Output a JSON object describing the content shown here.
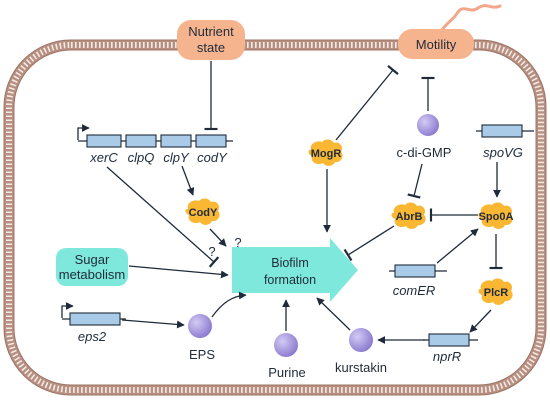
{
  "signals": {
    "nutrient": [
      "Nutrient",
      "state"
    ],
    "motility": "Motility",
    "sugar": [
      "Sugar",
      "metabolism"
    ]
  },
  "biofilm": [
    "Biofilm",
    "formation"
  ],
  "genes": {
    "xerC": "xerC",
    "clpQ": "clpQ",
    "clpY": "clpY",
    "codY": "codY",
    "spoVG": "spoVG",
    "comER": "comER",
    "eps2": "eps2",
    "nprR": "nprR"
  },
  "proteins": {
    "codY": "CodY",
    "mogR": "MogR",
    "abrB": "AbrB",
    "spo0A": "Spo0A",
    "plcR": "PlcR"
  },
  "molecules": {
    "cdigmp": "c-di-GMP",
    "eps": "EPS",
    "purine": "Purine",
    "kurstakin": "kurstakin"
  },
  "marks": [
    "?",
    "?"
  ],
  "colors": {
    "nutrient_box": "#f6b48e",
    "sugar_box": "#7ee8dc",
    "biofilm_arrow": "#7ee8dc",
    "gene_fill": "#a9cbe8",
    "protein_fill": "#f9b733",
    "molecule_fill": "#9b8ad8",
    "membrane": "#b89081",
    "flagellum": "#f3a68a"
  },
  "icons": {
    "protein": "protein-blob-icon",
    "molecule": "molecule-sphere-icon",
    "promoter": "promoter-arrow-icon"
  }
}
